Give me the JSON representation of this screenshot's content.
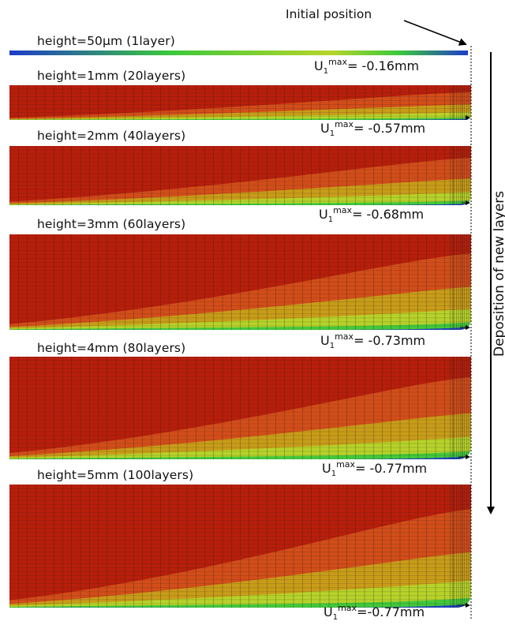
{
  "annotations": {
    "initial_position": "Initial position",
    "deposition": "Deposition of new layers"
  },
  "colors": {
    "max": "#b81e0a",
    "high": "#d4501a",
    "mid_high": "#c8a018",
    "mid": "#b6d52a",
    "low": "#3cc83c",
    "min": "#1e3cc8",
    "mesh_line": "#222222"
  },
  "layers": [
    {
      "label": "height=50µm (1layer)",
      "u_symbol": "U",
      "u_sub": "1",
      "u_sup": "max",
      "u_value": "= -0.16mm"
    },
    {
      "label": "height=1mm (20layers)",
      "u_symbol": "U",
      "u_sub": "1",
      "u_sup": "max",
      "u_value": "= -0.57mm"
    },
    {
      "label": "height=2mm (40layers)",
      "u_symbol": "U",
      "u_sub": "1",
      "u_sup": "max",
      "u_value": "= -0.68mm"
    },
    {
      "label": "height=3mm (60layers)",
      "u_symbol": "U",
      "u_sub": "1",
      "u_sup": "max",
      "u_value": "= -0.73mm"
    },
    {
      "label": "height=4mm (80layers)",
      "u_symbol": "U",
      "u_sub": "1",
      "u_sup": "max",
      "u_value": "= -0.77mm"
    },
    {
      "label": "height=5mm (100layers)",
      "u_symbol": "U",
      "u_sub": "1",
      "u_sup": "max",
      "u_value": "=-0.77mm"
    }
  ]
}
